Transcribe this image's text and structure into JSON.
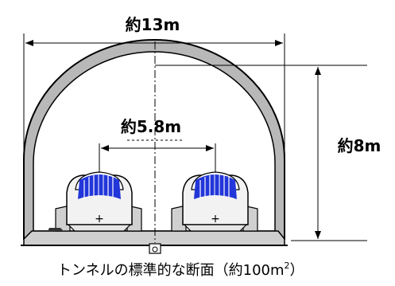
{
  "dimensions": {
    "width_label": "約13m",
    "height_label": "約8m",
    "track_spacing_label": "約5.8m"
  },
  "caption": {
    "main": "トンネルの標準的な断面（約100m",
    "superscript": "2",
    "close": "）"
  },
  "colors": {
    "line": "#000000",
    "tunnel_wall": "#dcdcdc",
    "tunnel_wall_outer": "#bdbdbd",
    "train_body": "#f0f0f0",
    "train_stripe": "#2a3cd6",
    "train_roof": "#ffffff",
    "ground": "#cfcfcf"
  },
  "icons": {
    "train_left": "train-front-icon",
    "train_right": "train-front-icon",
    "track_center_left": "plus-icon",
    "track_center_right": "plus-icon",
    "drain": "drain-icon"
  }
}
